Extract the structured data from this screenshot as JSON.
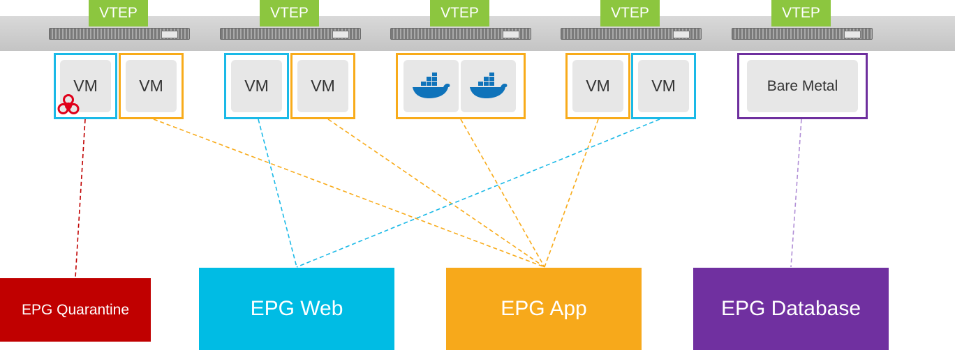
{
  "switches": [
    {
      "vtep_label": "VTEP"
    },
    {
      "vtep_label": "VTEP"
    },
    {
      "vtep_label": "VTEP"
    },
    {
      "vtep_label": "VTEP"
    },
    {
      "vtep_label": "VTEP"
    }
  ],
  "workloads": {
    "vm_label": "VM",
    "bare_metal_label": "Bare Metal",
    "quarantined_icon": "biohazard-icon",
    "container_icon": "docker-whale-icon"
  },
  "epgs": {
    "quarantine": {
      "label": "EPG Quarantine",
      "color": "#c00000"
    },
    "web": {
      "label": "EPG Web",
      "color": "#00bce4"
    },
    "app": {
      "label": "EPG App",
      "color": "#f7a91b"
    },
    "database": {
      "label": "EPG Database",
      "color": "#7030a0"
    }
  },
  "colors": {
    "vtep": "#8cc63f",
    "web_link": "#1ab9e7",
    "app_link": "#f8ab1a",
    "quarantine_link": "#c00000",
    "database_link": "#b18fd6"
  }
}
